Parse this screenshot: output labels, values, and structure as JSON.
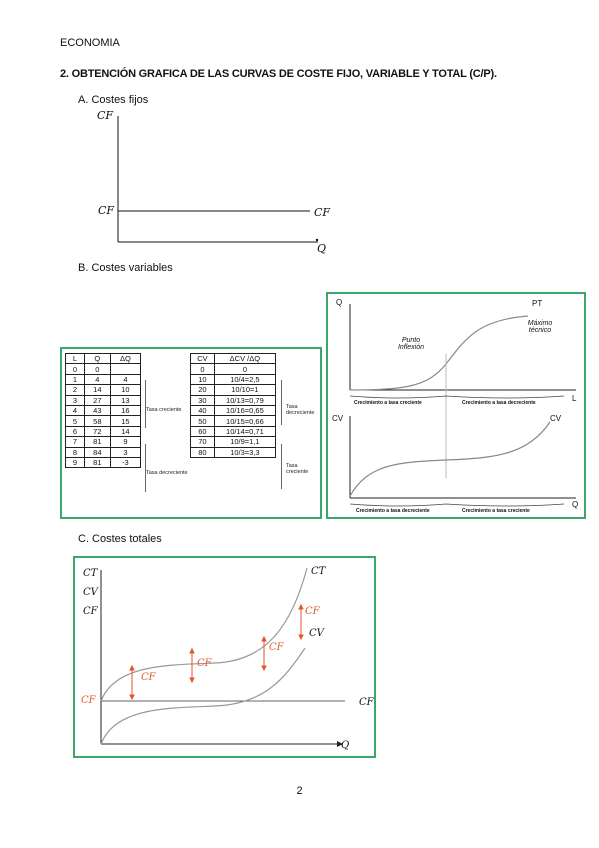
{
  "header": {
    "label": "ECONOMIA"
  },
  "section": {
    "title": "2. OBTENCIÓN GRAFICA DE LAS CURVAS DE COSTE FIJO, VARIABLE Y TOTAL (C/P)."
  },
  "fixed": {
    "heading": "A.  Costes fijos",
    "axis_y": "CF",
    "axis_x": "Q",
    "level_label": "CF",
    "curve_label": "CF"
  },
  "variable": {
    "heading": "B.  Costes variables",
    "table1": {
      "headers": [
        "L",
        "Q",
        "ΔQ"
      ],
      "rows": [
        [
          "0",
          "0",
          ""
        ],
        [
          "1",
          "4",
          "4"
        ],
        [
          "2",
          "14",
          "10"
        ],
        [
          "3",
          "27",
          "13"
        ],
        [
          "4",
          "43",
          "16"
        ],
        [
          "5",
          "58",
          "15"
        ],
        [
          "6",
          "72",
          "14"
        ],
        [
          "7",
          "81",
          "9"
        ],
        [
          "8",
          "84",
          "3"
        ],
        [
          "9",
          "81",
          "-3"
        ]
      ],
      "note_growing": "Tasa creciente",
      "note_decreasing": "Tasa decreciente"
    },
    "table2": {
      "headers": [
        "CV",
        "ΔCV /ΔQ"
      ],
      "rows": [
        [
          "0",
          "0"
        ],
        [
          "10",
          "10/4=2,5"
        ],
        [
          "20",
          "10/10=1"
        ],
        [
          "30",
          "10/13=0,79"
        ],
        [
          "40",
          "10/16=0,65"
        ],
        [
          "50",
          "10/15=0,66"
        ],
        [
          "60",
          "10/14=0,71"
        ],
        [
          "70",
          "10/9=1,1"
        ],
        [
          "80",
          "10/3=3,3"
        ]
      ],
      "note_decreasing": "Tasa decreciente",
      "note_growing": "Tasa creciente"
    },
    "graph_pt": {
      "axis_y": "Q",
      "axis_x": "L",
      "curve_label": "PT",
      "max_label": "Máximo técnico",
      "inflection_label": "Punto Inflexión",
      "seg_left": "Crecimiento a tasa creciente",
      "seg_right": "Crecimiento a tasa decreciente"
    },
    "graph_cv": {
      "axis_y": "CV",
      "axis_x": "Q",
      "curve_label": "CV",
      "seg_left": "Crecimiento a tasa decreciente",
      "seg_right": "Crecimiento a tasa creciente"
    }
  },
  "total": {
    "heading": "C.  Costes totales",
    "axis_y_lines": [
      "CT",
      "CV",
      "CF"
    ],
    "axis_x": "Q",
    "ct_label": "CT",
    "cv_label": "CV",
    "cf_right_label": "CF",
    "cf_left_label": "CF",
    "gap_labels": [
      "CF",
      "CF",
      "CF",
      "CF"
    ]
  },
  "footer": {
    "page": "2"
  },
  "colors": {
    "frame": "#3aa86b",
    "accent": "#e0572a",
    "curve": "#9a9a9a"
  }
}
